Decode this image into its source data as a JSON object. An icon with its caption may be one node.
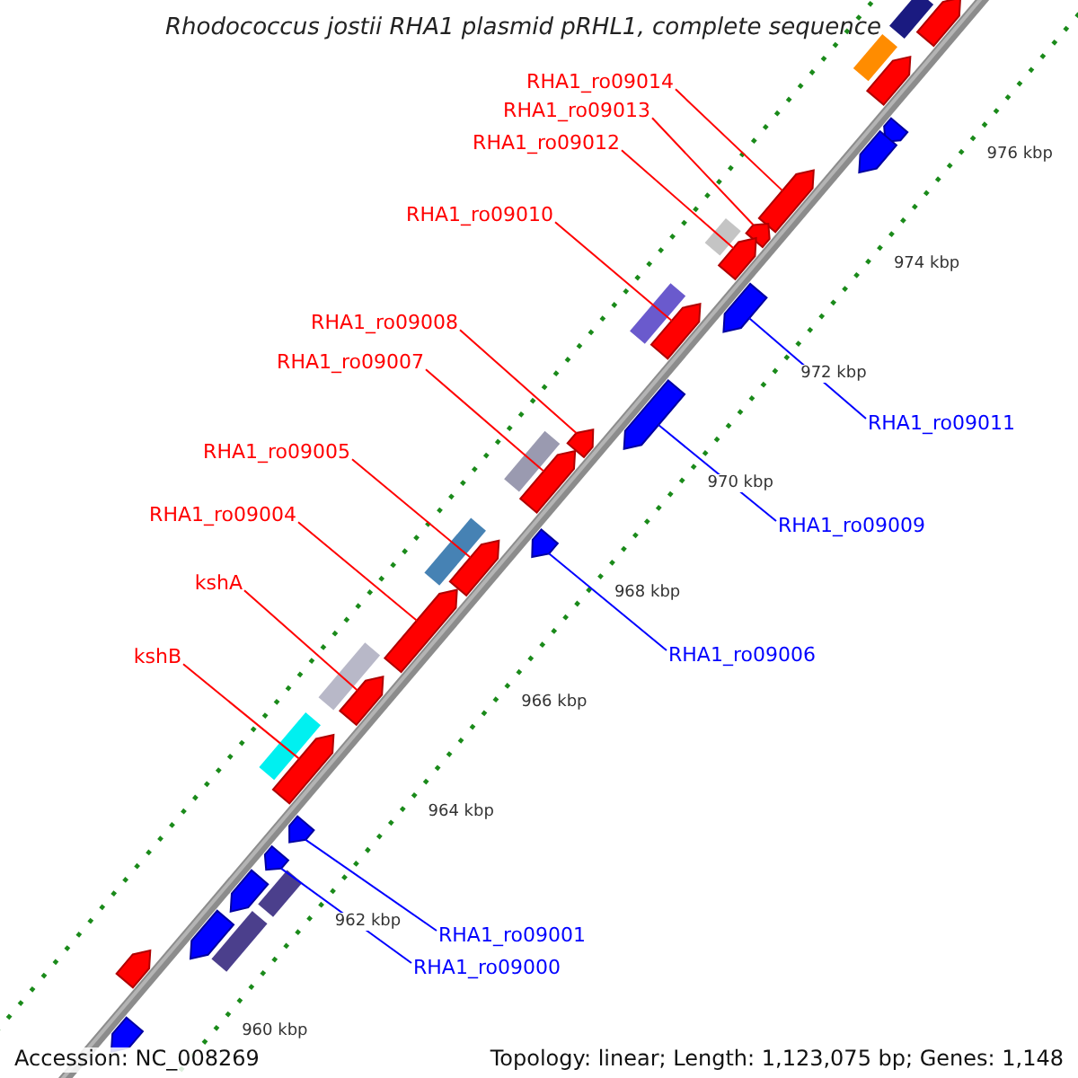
{
  "diagram": {
    "title": "Rhodococcus jostii RHA1 plasmid pRHL1, complete sequence",
    "nodes": [
      {
        "text": [
          "RHA1_ro09014"
        ]
      },
      {
        "text": [
          "RHA1_ro09013"
        ]
      },
      {
        "text": [
          "RHA1_ro09012"
        ]
      },
      {
        "text": [
          "RHA1_ro09010"
        ]
      },
      {
        "text": [
          "RHA1_ro09008"
        ]
      },
      {
        "text": [
          "RHA1_ro09007"
        ]
      },
      {
        "text": [
          "RHA1_ro09011"
        ]
      },
      {
        "text": [
          "RHA1_ro09005"
        ]
      },
      {
        "text": [
          "RHA1_ro09009"
        ]
      },
      {
        "text": [
          "RHA1_ro09004"
        ]
      },
      {
        "text": [
          "kshA"
        ]
      },
      {
        "text": [
          "RHA1_ro09006"
        ]
      },
      {
        "text": [
          "kshB"
        ]
      },
      {
        "text": [
          "RHA1_ro09001"
        ]
      },
      {
        "text": [
          "RHA1_ro09000"
        ]
      },
      {
        "text": [],
        "shape": "arrow"
      },
      {
        "text": [],
        "shape": "arrow"
      },
      {
        "text": [],
        "shape": "arrow"
      },
      {
        "text": [],
        "shape": "arrow"
      },
      {
        "text": [],
        "shape": "arrow"
      },
      {
        "text": [],
        "shape": "arrow"
      },
      {
        "text": [],
        "shape": "arrow"
      },
      {
        "text": [],
        "shape": "arrow"
      },
      {
        "text": [],
        "shape": "arrow"
      },
      {
        "text": [],
        "shape": "arrow"
      },
      {
        "text": [],
        "shape": "arrow"
      },
      {
        "text": [],
        "shape": "arrow"
      },
      {
        "text": [],
        "shape": "arrow"
      },
      {
        "text": [],
        "shape": "arrow"
      },
      {
        "text": [],
        "shape": "arrow"
      },
      {
        "text": [],
        "shape": "arrow"
      },
      {
        "text": [],
        "shape": "arrow"
      },
      {
        "text": [],
        "shape": "arrow"
      },
      {
        "text": [],
        "shape": "arrow"
      },
      {
        "text": [],
        "shape": "arrow"
      },
      {
        "text": [],
        "shape": "arrow"
      },
      {
        "text": [],
        "shape": "arrow"
      },
      {
        "text": [],
        "shape": "arrow"
      }
    ],
    "edges": [
      {
        "from": 0,
        "to": 19,
        "arrow": "none"
      },
      {
        "from": 1,
        "to": 20,
        "arrow": "none"
      },
      {
        "from": 2,
        "to": 21,
        "arrow": "none"
      },
      {
        "from": 3,
        "to": 23,
        "arrow": "none"
      },
      {
        "from": 4,
        "to": 25,
        "arrow": "none"
      },
      {
        "from": 5,
        "to": 26,
        "arrow": "none"
      },
      {
        "from": 6,
        "to": 22,
        "arrow": "none",
        "color": "#0000ff"
      },
      {
        "from": 7,
        "to": 28,
        "arrow": "none"
      },
      {
        "from": 8,
        "to": 24,
        "arrow": "none",
        "color": "#0000ff"
      },
      {
        "from": 9,
        "to": 29,
        "arrow": "none"
      },
      {
        "from": 10,
        "to": 30,
        "arrow": "none"
      },
      {
        "from": 11,
        "to": 27,
        "arrow": "none",
        "color": "#0000ff"
      },
      {
        "from": 12,
        "to": 31,
        "arrow": "none"
      },
      {
        "from": 13,
        "to": 32,
        "arrow": "none",
        "color": "#0000ff"
      },
      {
        "from": 14,
        "to": 33,
        "arrow": "none",
        "color": "#0000ff"
      }
    ],
    "labels": [
      "976 kbp",
      "974 kbp",
      "972 kbp",
      "970 kbp",
      "968 kbp",
      "966 kbp",
      "964 kbp",
      "962 kbp",
      "960 kbp",
      "Accession: NC_008269",
      "Topology: linear; Length: 1,123,075 bp; Genes: 1,148"
    ]
  }
}
